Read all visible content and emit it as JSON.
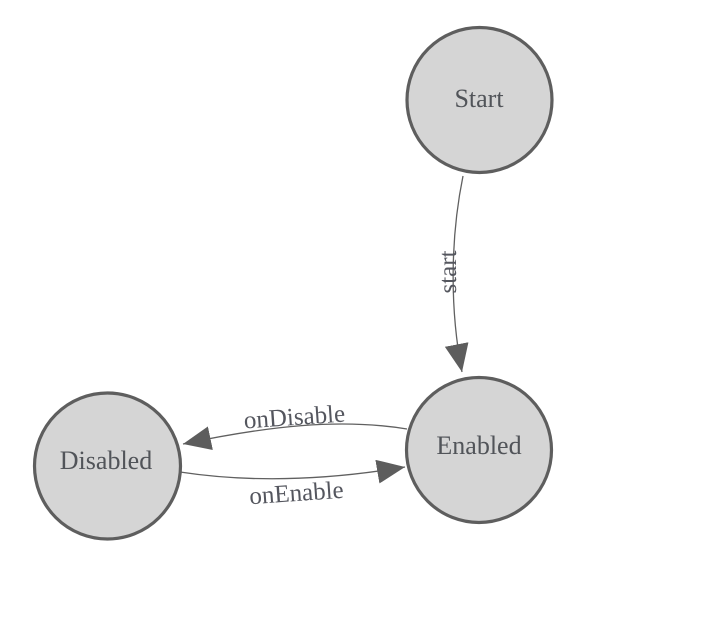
{
  "diagram": {
    "kind": "state-machine",
    "background": "#ffffff",
    "colors": {
      "node_fill": "#d5d5d5",
      "node_border": "#5e5e5e",
      "edge_line": "#606060",
      "arrow_fill": "#5d5d5d",
      "node_text": "#515459",
      "edge_text": "#54565e"
    },
    "nodes": [
      {
        "id": "start",
        "label": "Start"
      },
      {
        "id": "enabled",
        "label": "Enabled"
      },
      {
        "id": "disabled",
        "label": "Disabled"
      }
    ],
    "edges": [
      {
        "from": "start",
        "to": "enabled",
        "label": "start"
      },
      {
        "from": "enabled",
        "to": "disabled",
        "label": "onDisable"
      },
      {
        "from": "disabled",
        "to": "enabled",
        "label": "onEnable"
      }
    ]
  }
}
